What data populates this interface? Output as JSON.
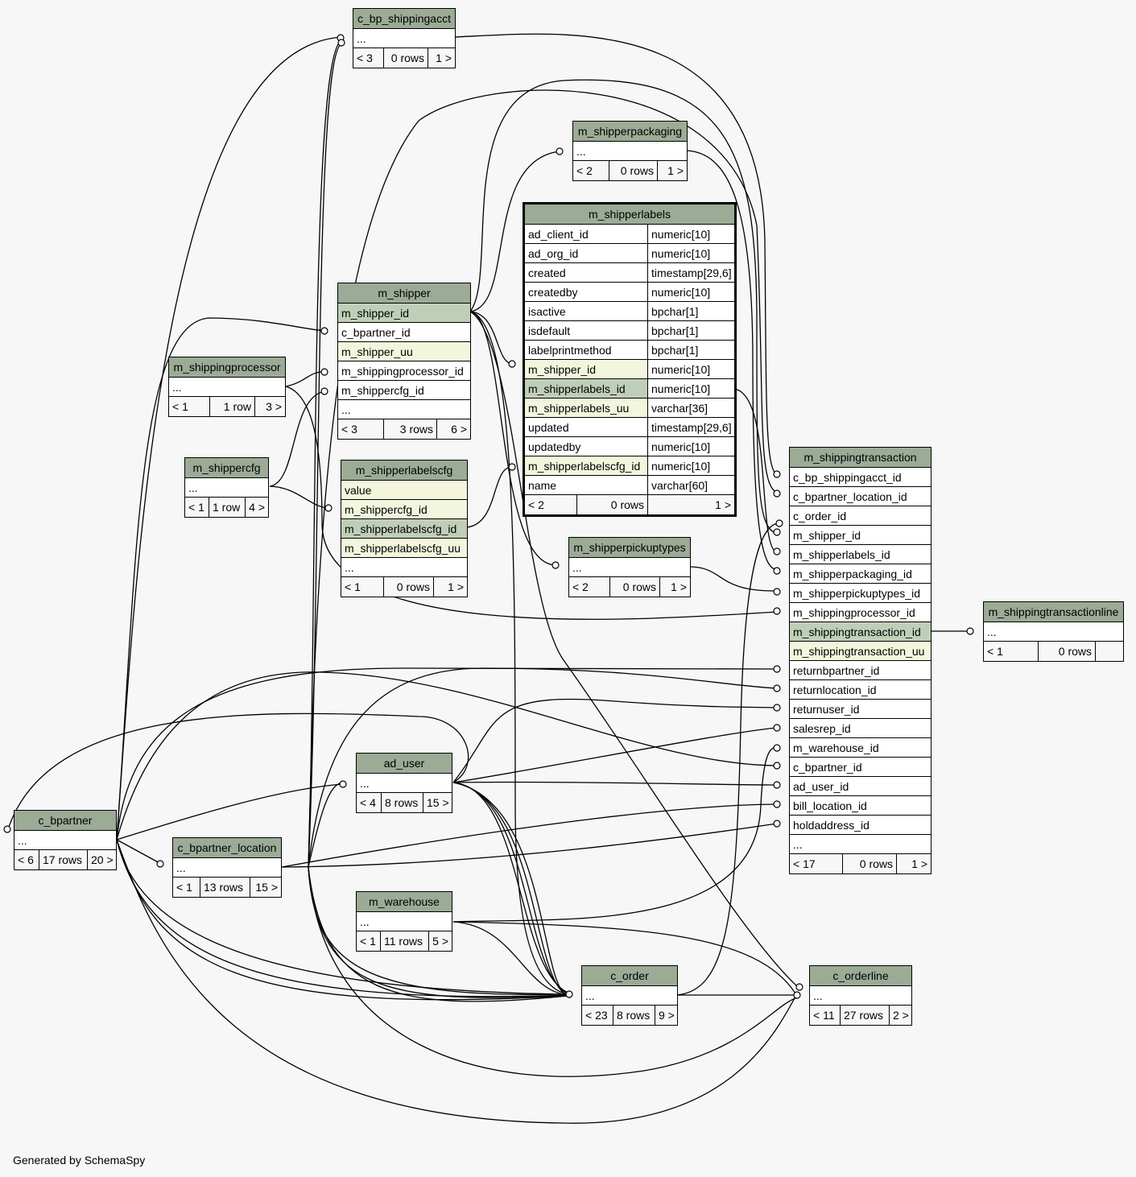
{
  "footer": "Generated by SchemaSpy",
  "colors": {
    "header": "#9bab96",
    "primary_key": "#bfcfb7",
    "indexed": "#f3f6dd",
    "background": "#f7f7f7"
  },
  "tables": {
    "c_bp_shippingacct": {
      "name": "c_bp_shippingacct",
      "rows": [
        "..."
      ],
      "parents": "< 3",
      "count": "0 rows",
      "children": "1 >"
    },
    "m_shipperpackaging": {
      "name": "m_shipperpackaging",
      "rows": [
        "..."
      ],
      "parents": "< 2",
      "count": "0 rows",
      "children": "1 >"
    },
    "m_shipperlabels": {
      "name": "m_shipperlabels",
      "columns": [
        {
          "name": "ad_client_id",
          "type": "numeric[10]"
        },
        {
          "name": "ad_org_id",
          "type": "numeric[10]"
        },
        {
          "name": "created",
          "type": "timestamp[29,6]"
        },
        {
          "name": "createdby",
          "type": "numeric[10]"
        },
        {
          "name": "isactive",
          "type": "bpchar[1]"
        },
        {
          "name": "isdefault",
          "type": "bpchar[1]"
        },
        {
          "name": "labelprintmethod",
          "type": "bpchar[1]"
        },
        {
          "name": "m_shipper_id",
          "type": "numeric[10]"
        },
        {
          "name": "m_shipperlabels_id",
          "type": "numeric[10]"
        },
        {
          "name": "m_shipperlabels_uu",
          "type": "varchar[36]"
        },
        {
          "name": "updated",
          "type": "timestamp[29,6]"
        },
        {
          "name": "updatedby",
          "type": "numeric[10]"
        },
        {
          "name": "m_shipperlabelscfg_id",
          "type": "numeric[10]"
        },
        {
          "name": "name",
          "type": "varchar[60]"
        }
      ],
      "parents": "< 2",
      "count": "0 rows",
      "children": "1 >"
    },
    "m_shipper": {
      "name": "m_shipper",
      "rows": [
        "m_shipper_id",
        "c_bpartner_id",
        "m_shipper_uu",
        "m_shippingprocessor_id",
        "m_shippercfg_id",
        "..."
      ],
      "parents": "< 3",
      "count": "3 rows",
      "children": "6 >"
    },
    "m_shippingprocessor": {
      "name": "m_shippingprocessor",
      "rows": [
        "..."
      ],
      "parents": "< 1",
      "count": "1 row",
      "children": "3 >"
    },
    "m_shippercfg": {
      "name": "m_shippercfg",
      "rows": [
        "..."
      ],
      "parents": "< 1",
      "count": "1 row",
      "children": "4 >"
    },
    "m_shipperlabelscfg": {
      "name": "m_shipperlabelscfg",
      "rows": [
        "value",
        "m_shippercfg_id",
        "m_shipperlabelscfg_id",
        "m_shipperlabelscfg_uu",
        "..."
      ],
      "parents": "< 1",
      "count": "0 rows",
      "children": "1 >"
    },
    "m_shipperpickuptypes": {
      "name": "m_shipperpickuptypes",
      "rows": [
        "..."
      ],
      "parents": "< 2",
      "count": "0 rows",
      "children": "1 >"
    },
    "m_shippingtransaction": {
      "name": "m_shippingtransaction",
      "rows": [
        "c_bp_shippingacct_id",
        "c_bpartner_location_id",
        "c_order_id",
        "m_shipper_id",
        "m_shipperlabels_id",
        "m_shipperpackaging_id",
        "m_shipperpickuptypes_id",
        "m_shippingprocessor_id",
        "m_shippingtransaction_id",
        "m_shippingtransaction_uu",
        "returnbpartner_id",
        "returnlocation_id",
        "returnuser_id",
        "salesrep_id",
        "m_warehouse_id",
        "c_bpartner_id",
        "ad_user_id",
        "bill_location_id",
        "holdaddress_id",
        "..."
      ],
      "parents": "< 17",
      "count": "0 rows",
      "children": "1 >"
    },
    "m_shippingtransactionline": {
      "name": "m_shippingtransactionline",
      "rows": [
        "..."
      ],
      "parents": "< 1",
      "count": "0 rows",
      "children": ""
    },
    "ad_user": {
      "name": "ad_user",
      "rows": [
        "..."
      ],
      "parents": "< 4",
      "count": "8 rows",
      "children": "15 >"
    },
    "c_bpartner": {
      "name": "c_bpartner",
      "rows": [
        "..."
      ],
      "parents": "< 6",
      "count": "17 rows",
      "children": "20 >"
    },
    "c_bpartner_location": {
      "name": "c_bpartner_location",
      "rows": [
        "..."
      ],
      "parents": "< 1",
      "count": "13 rows",
      "children": "15 >"
    },
    "m_warehouse": {
      "name": "m_warehouse",
      "rows": [
        "..."
      ],
      "parents": "< 1",
      "count": "11 rows",
      "children": "5 >"
    },
    "c_order": {
      "name": "c_order",
      "rows": [
        "..."
      ],
      "parents": "< 23",
      "count": "8 rows",
      "children": "9 >"
    },
    "c_orderline": {
      "name": "c_orderline",
      "rows": [
        "..."
      ],
      "parents": "< 11",
      "count": "27 rows",
      "children": "2 >"
    }
  },
  "relationships": [
    {
      "from": "c_bpartner",
      "to": "c_bp_shippingacct"
    },
    {
      "from": "c_bpartner_location",
      "to": "c_bp_shippingacct"
    },
    {
      "from": "c_bp_shippingacct",
      "to": "m_shippingtransaction",
      "column": "c_bp_shippingacct_id"
    },
    {
      "from": "c_bpartner",
      "to": "m_shipper",
      "column": "c_bpartner_id"
    },
    {
      "from": "m_shippingprocessor",
      "to": "m_shipper",
      "column": "m_shippingprocessor_id"
    },
    {
      "from": "m_shippercfg",
      "to": "m_shipper",
      "column": "m_shippercfg_id"
    },
    {
      "from": "m_shippercfg",
      "to": "m_shipperlabelscfg",
      "column": "m_shippercfg_id"
    },
    {
      "from": "m_shipper",
      "to": "m_shipperpackaging"
    },
    {
      "from": "m_shipper",
      "to": "m_shipperlabels",
      "column": "m_shipper_id"
    },
    {
      "from": "m_shipper",
      "to": "m_shipperpickuptypes"
    },
    {
      "from": "m_shipper",
      "to": "m_shippingtransaction",
      "column": "m_shipper_id"
    },
    {
      "from": "m_shipperlabelscfg",
      "to": "m_shipperlabels",
      "column": "m_shipperlabelscfg_id"
    },
    {
      "from": "m_shipperlabels",
      "to": "m_shippingtransaction",
      "column": "m_shipperlabels_id"
    },
    {
      "from": "m_shipperpackaging",
      "to": "m_shippingtransaction",
      "column": "m_shipperpackaging_id"
    },
    {
      "from": "m_shipperpickuptypes",
      "to": "m_shippingtransaction",
      "column": "m_shipperpickuptypes_id"
    },
    {
      "from": "m_shippingprocessor",
      "to": "m_shippingtransaction",
      "column": "m_shippingprocessor_id"
    },
    {
      "from": "m_shippingtransaction",
      "to": "m_shippingtransactionline"
    },
    {
      "from": "c_order",
      "to": "m_shippingtransaction",
      "column": "c_order_id"
    },
    {
      "from": "c_bpartner",
      "to": "m_shippingtransaction",
      "column": "returnbpartner_id"
    },
    {
      "from": "c_bpartner_location",
      "to": "m_shippingtransaction",
      "column": "returnlocation_id"
    },
    {
      "from": "ad_user",
      "to": "m_shippingtransaction",
      "column": "returnuser_id"
    },
    {
      "from": "ad_user",
      "to": "m_shippingtransaction",
      "column": "salesrep_id"
    },
    {
      "from": "m_warehouse",
      "to": "m_shippingtransaction",
      "column": "m_warehouse_id"
    },
    {
      "from": "c_bpartner",
      "to": "m_shippingtransaction",
      "column": "c_bpartner_id"
    },
    {
      "from": "ad_user",
      "to": "m_shippingtransaction",
      "column": "ad_user_id"
    },
    {
      "from": "c_bpartner_location",
      "to": "m_shippingtransaction",
      "column": "bill_location_id"
    },
    {
      "from": "c_bpartner_location",
      "to": "m_shippingtransaction",
      "column": "holdaddress_id"
    },
    {
      "from": "c_bpartner",
      "to": "ad_user"
    },
    {
      "from": "c_bpartner_location",
      "to": "ad_user"
    },
    {
      "from": "c_bpartner",
      "to": "c_bpartner_location"
    },
    {
      "from": "c_bpartner",
      "to": "c_order"
    },
    {
      "from": "c_bpartner_location",
      "to": "c_order"
    },
    {
      "from": "ad_user",
      "to": "c_order"
    },
    {
      "from": "m_warehouse",
      "to": "c_order"
    },
    {
      "from": "m_shipper",
      "to": "c_order"
    },
    {
      "from": "c_order",
      "to": "c_orderline"
    },
    {
      "from": "c_bpartner",
      "to": "c_orderline"
    },
    {
      "from": "m_warehouse",
      "to": "c_orderline"
    },
    {
      "from": "m_shipper",
      "to": "c_orderline"
    },
    {
      "from": "c_bpartner_location",
      "to": "c_orderline"
    },
    {
      "from": "ad_user",
      "to": "c_bpartner"
    }
  ]
}
